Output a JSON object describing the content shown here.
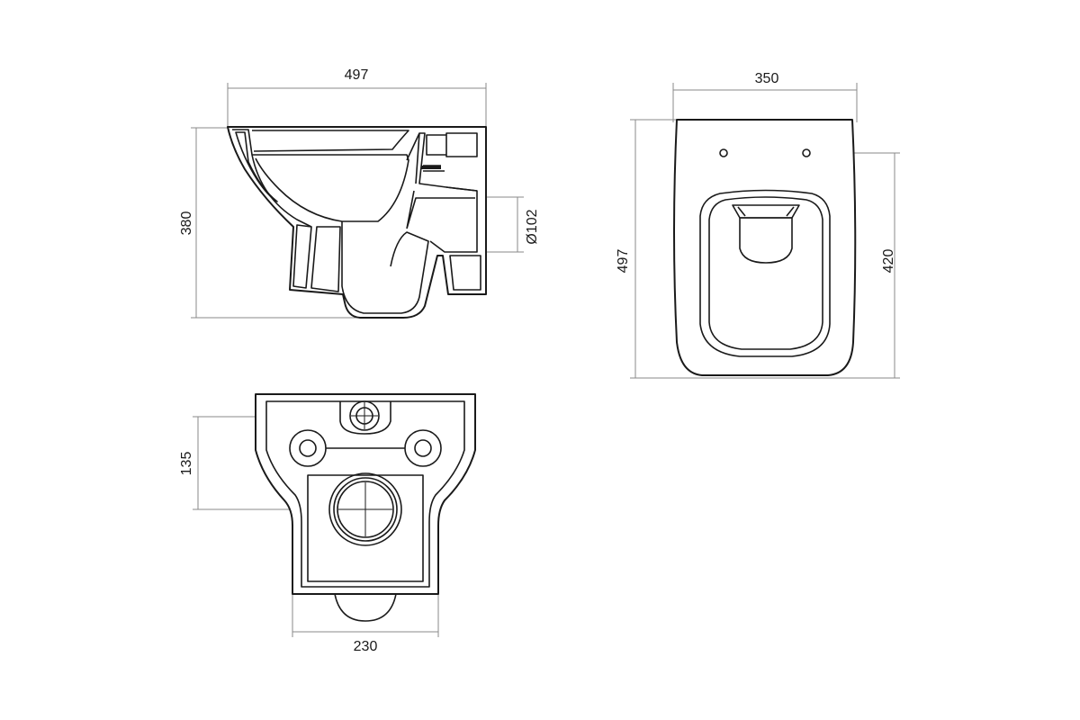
{
  "side_view": {
    "width_label": "497",
    "height_label": "380",
    "outlet_label": "Ø102"
  },
  "top_view": {
    "width_label": "350",
    "length_label": "497",
    "fixing_label": "420"
  },
  "back_view": {
    "hole_spacing_label": "135",
    "width_label": "230"
  }
}
